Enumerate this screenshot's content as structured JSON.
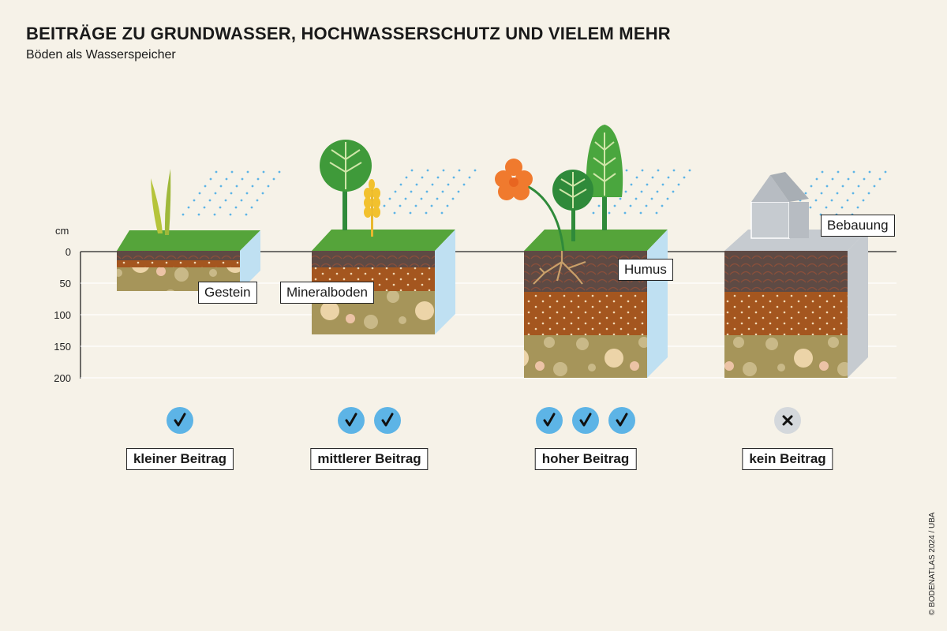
{
  "title": "BEITRÄGE ZU GRUNDWASSER, HOCHWASSERSCHUTZ UND VIELEM MEHR",
  "subtitle": "Böden als Wasserspeicher",
  "axis": {
    "unit": "cm",
    "ticks": [
      "0",
      "50",
      "100",
      "150",
      "200"
    ]
  },
  "layers": {
    "gestein": "Gestein",
    "mineralboden": "Mineralboden",
    "humus": "Humus",
    "bebauung": "Bebauung"
  },
  "columns": [
    {
      "id": "small",
      "depth_cm": 60,
      "surface": "grass",
      "checks": 1,
      "result": "kleiner Beitrag"
    },
    {
      "id": "medium",
      "depth_cm": 130,
      "surface": "tree-wheat",
      "checks": 2,
      "result": "mittlerer Beitrag"
    },
    {
      "id": "high",
      "depth_cm": 200,
      "surface": "flower-trees",
      "checks": 3,
      "result": "hoher Beitrag"
    },
    {
      "id": "none",
      "depth_cm": 200,
      "surface": "building",
      "checks": 0,
      "result": "kein Beitrag"
    }
  ],
  "colors": {
    "humus": "#5e4a44",
    "mineral": "#a4561f",
    "gestein": "#a6955a",
    "grass": "#55a43a",
    "water": "#bfe0f2",
    "check": "#5db4e6",
    "cross": "#d4d8dc",
    "building": "#c6cbd0"
  },
  "credit": "© BODENATLAS 2024 / UBA"
}
